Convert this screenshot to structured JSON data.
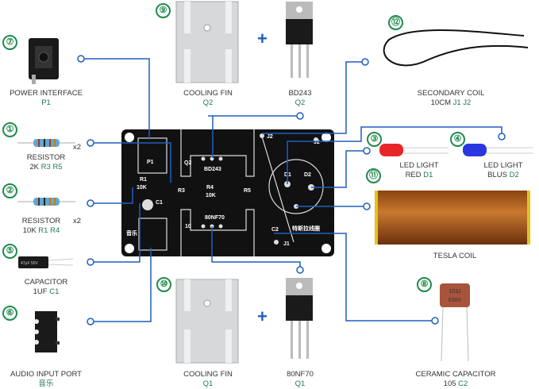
{
  "colors": {
    "line": "#1f5fbf",
    "number": "#1f8a4c",
    "ref": "#1f7a4f",
    "pcb": "#111111"
  },
  "components": [
    {
      "num": "⑦",
      "name": "POWER INTERFACE",
      "value": "",
      "ref": "P1"
    },
    {
      "num": "①",
      "name": "RESISTOR",
      "value": "2K",
      "ref": "R3 R5",
      "qty": "x2"
    },
    {
      "num": "②",
      "name": "RESISTOR",
      "value": "10K",
      "ref": "R1 R4",
      "qty": "x2"
    },
    {
      "num": "⑤",
      "name": "CAPACITOR",
      "value": "1UF",
      "ref": "C1"
    },
    {
      "num": "⑥",
      "name": "AUDIO INPUT PORT",
      "value": "",
      "ref": "音乐"
    },
    {
      "num": "⑨",
      "name": "COOLING FIN",
      "value": "",
      "ref": "Q2"
    },
    {
      "num": "",
      "name": "BD243",
      "value": "",
      "ref": "Q2"
    },
    {
      "num": "⑫",
      "name": "SECONDARY COIL",
      "value": "10CM",
      "ref": "J1 J2"
    },
    {
      "num": "③",
      "name": "LED LIGHT",
      "value": "RED",
      "ref": "D1"
    },
    {
      "num": "④",
      "name": "LED LIGHT",
      "value": "BLUS",
      "ref": "D2"
    },
    {
      "num": "⑪",
      "name": "TESLA COIL",
      "value": "",
      "ref": ""
    },
    {
      "num": "⑩",
      "name": "COOLING FIN",
      "value": "",
      "ref": "Q1"
    },
    {
      "num": "",
      "name": "80NF70",
      "value": "",
      "ref": "Q1"
    },
    {
      "num": "⑧",
      "name": "CERAMIC CAPACITOR",
      "value": "105",
      "ref": "C2"
    }
  ],
  "plus": "+",
  "pcb_silkscreen": {
    "p1": "P1",
    "r1": "R1",
    "r1v": "10K",
    "c1": "C1",
    "r3": "R3",
    "q2": "Q2",
    "bd243": "BD243",
    "r4": "R4",
    "r4v": "10K",
    "r5": "R5",
    "q1": "10",
    "nf70": "80NF70",
    "audio": "音乐",
    "j2": "J2",
    "j2b": "J2",
    "d1": "D1",
    "d2": "D2",
    "c2": "C2",
    "j1": "J1",
    "coil": "特斯拉线圈"
  },
  "cap_marking": {
    "c1": "47μF 50V",
    "c2a": "103J",
    "c2b": "630V"
  }
}
